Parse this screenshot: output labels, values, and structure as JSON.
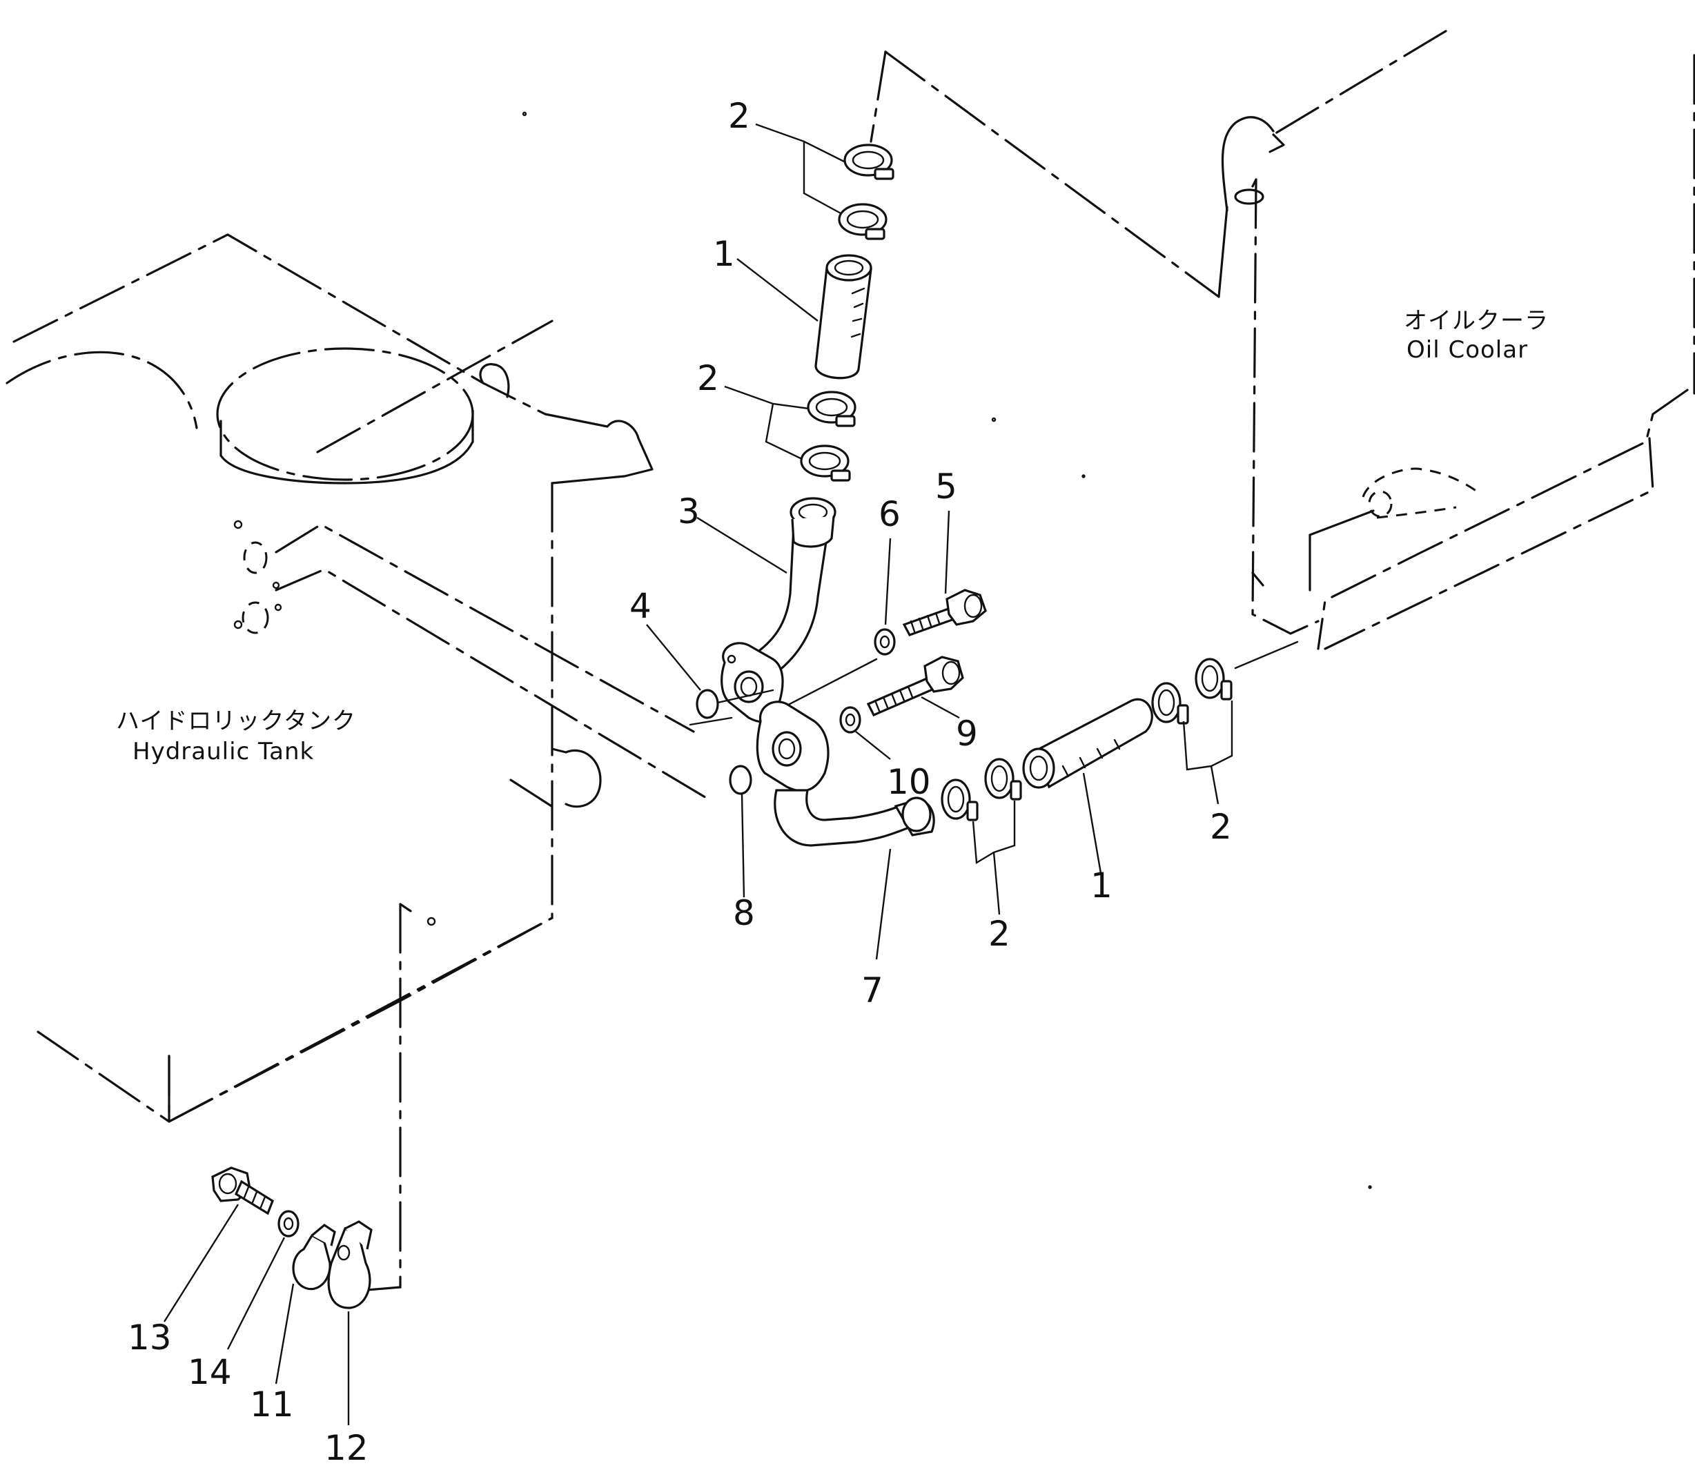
{
  "assemblies": {
    "oil_cooler": {
      "label_jp": "オイルクーラ",
      "label_en": "Oil Coolar"
    },
    "hydraulic_tank": {
      "label_jp": "ハイドロリックタンク",
      "label_en": "Hydraulic Tank"
    }
  },
  "callouts": {
    "c2_top": "2",
    "c1_top": "1",
    "c2_mid": "2",
    "c3": "3",
    "c6": "6",
    "c5": "5",
    "c4": "4",
    "c9": "9",
    "c10": "10",
    "c8": "8",
    "c7": "7",
    "c2_low": "2",
    "c1_low": "1",
    "c2_right": "2",
    "c13": "13",
    "c14": "14",
    "c11": "11",
    "c12": "12"
  }
}
